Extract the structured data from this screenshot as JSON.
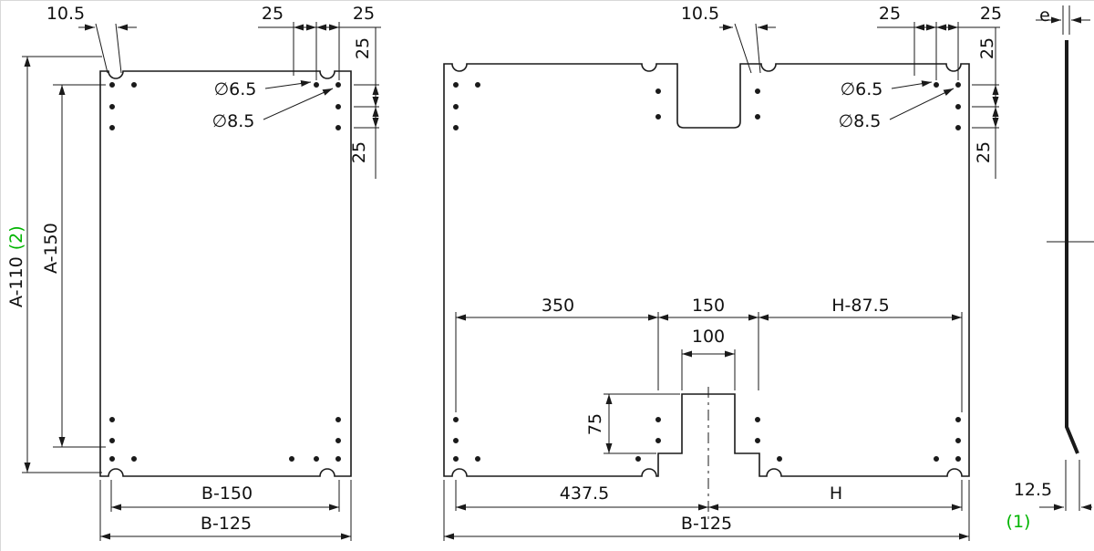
{
  "meta": {
    "background": "#ffffff",
    "line_color": "#1a1a1a",
    "accent_green": "#00b400"
  },
  "left_plate": {
    "dim_top_offset": "10.5",
    "dim_top_25_a": "25",
    "dim_top_25_b": "25",
    "dim_side_25_a": "25",
    "dim_side_25_b": "25",
    "hole_small": "∅6.5",
    "hole_large": "∅8.5",
    "dim_height_outer": "A-110",
    "note_outer": "(2)",
    "dim_height_inner": "A-150",
    "dim_width_inner": "B-150",
    "dim_width_outer": "B-125"
  },
  "right_plate": {
    "dim_top_offset": "10.5",
    "dim_top_25_a": "25",
    "dim_top_25_b": "25",
    "dim_side_25_a": "25",
    "dim_side_25_b": "25",
    "hole_small": "∅6.5",
    "hole_large": "∅8.5",
    "dim_left_span": "350",
    "dim_center_span": "150",
    "dim_right_span": "H-87.5",
    "dim_tab_width": "100",
    "dim_tab_height": "75",
    "dim_bottom_left": "437.5",
    "dim_bottom_right": "H",
    "dim_width_outer": "B-125"
  },
  "side_view": {
    "dim_thickness": "e",
    "dim_flange": "12.5",
    "note": "(1)"
  }
}
